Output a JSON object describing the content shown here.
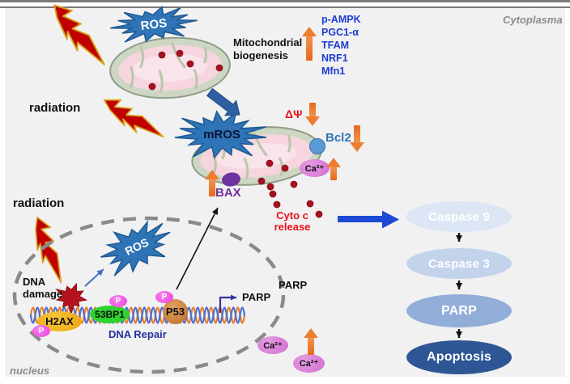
{
  "frame": {
    "cytoplasm_label": "Cytoplasma",
    "nucleus_label": "nucleus"
  },
  "cytoplasm": {
    "radiation_label": "radiation",
    "ros_label": "ROS",
    "mros_label": "mROS",
    "mito_biogenesis": {
      "line1": "Mitochondrial",
      "line2": "biogenesis"
    },
    "biogenesis_markers": [
      "p-AMPK",
      "PGC1-α",
      "TFAM",
      "NRF1",
      "Mfn1"
    ],
    "delta_psi_label": "ΔΨ",
    "bcl2_label": "Bcl2",
    "bax_label": "BAX",
    "calcium_label": "Ca²⁺",
    "cyto_c": {
      "line1": "Cyto c",
      "line2": "release"
    },
    "parp_label": "PARP"
  },
  "nucleus": {
    "radiation_label": "radiation",
    "ros_label": "ROS",
    "dna_damage": {
      "line1": "DNA",
      "line2": "damage"
    },
    "h2ax_label": "H2AX",
    "bp53_label": "53BP1",
    "p53_label": "P53",
    "phospho_label": "P",
    "dna_repair_label": "DNA Repair",
    "parp_gene_label": "PARP",
    "calcium_label": "Ca²⁺"
  },
  "cascade": [
    {
      "label": "Caspase 9",
      "color": "#dce6f4"
    },
    {
      "label": "Caspase 3",
      "color": "#c3d3ec"
    },
    {
      "label": "PARP",
      "color": "#93add9"
    },
    {
      "label": "Apoptosis",
      "color": "#2e5694"
    }
  ],
  "colors": {
    "background": "#f1f1f2",
    "starburst_blue": "#2e74b6",
    "radiation_red": "#c00000",
    "bolt_outline_gold": "#d8a41f",
    "orange_arrow": "#ed7d31",
    "mito_membrane": "#cdd7c3",
    "mito_inner_pink": "#f6d5de",
    "cyto_c_dot_red": "#a8101f",
    "calcium_orchid": "#d26ed2",
    "bcl2_blue": "#5b9bd5",
    "bax_purple": "#7030a0",
    "delta_psi_red": "#e8111c",
    "dna_strand_orange": "#e87d2a",
    "dna_strand_blue": "#4a6fd0",
    "marker_text_blue": "#1d3bd3",
    "blue_arrow": "#1c49d6"
  }
}
